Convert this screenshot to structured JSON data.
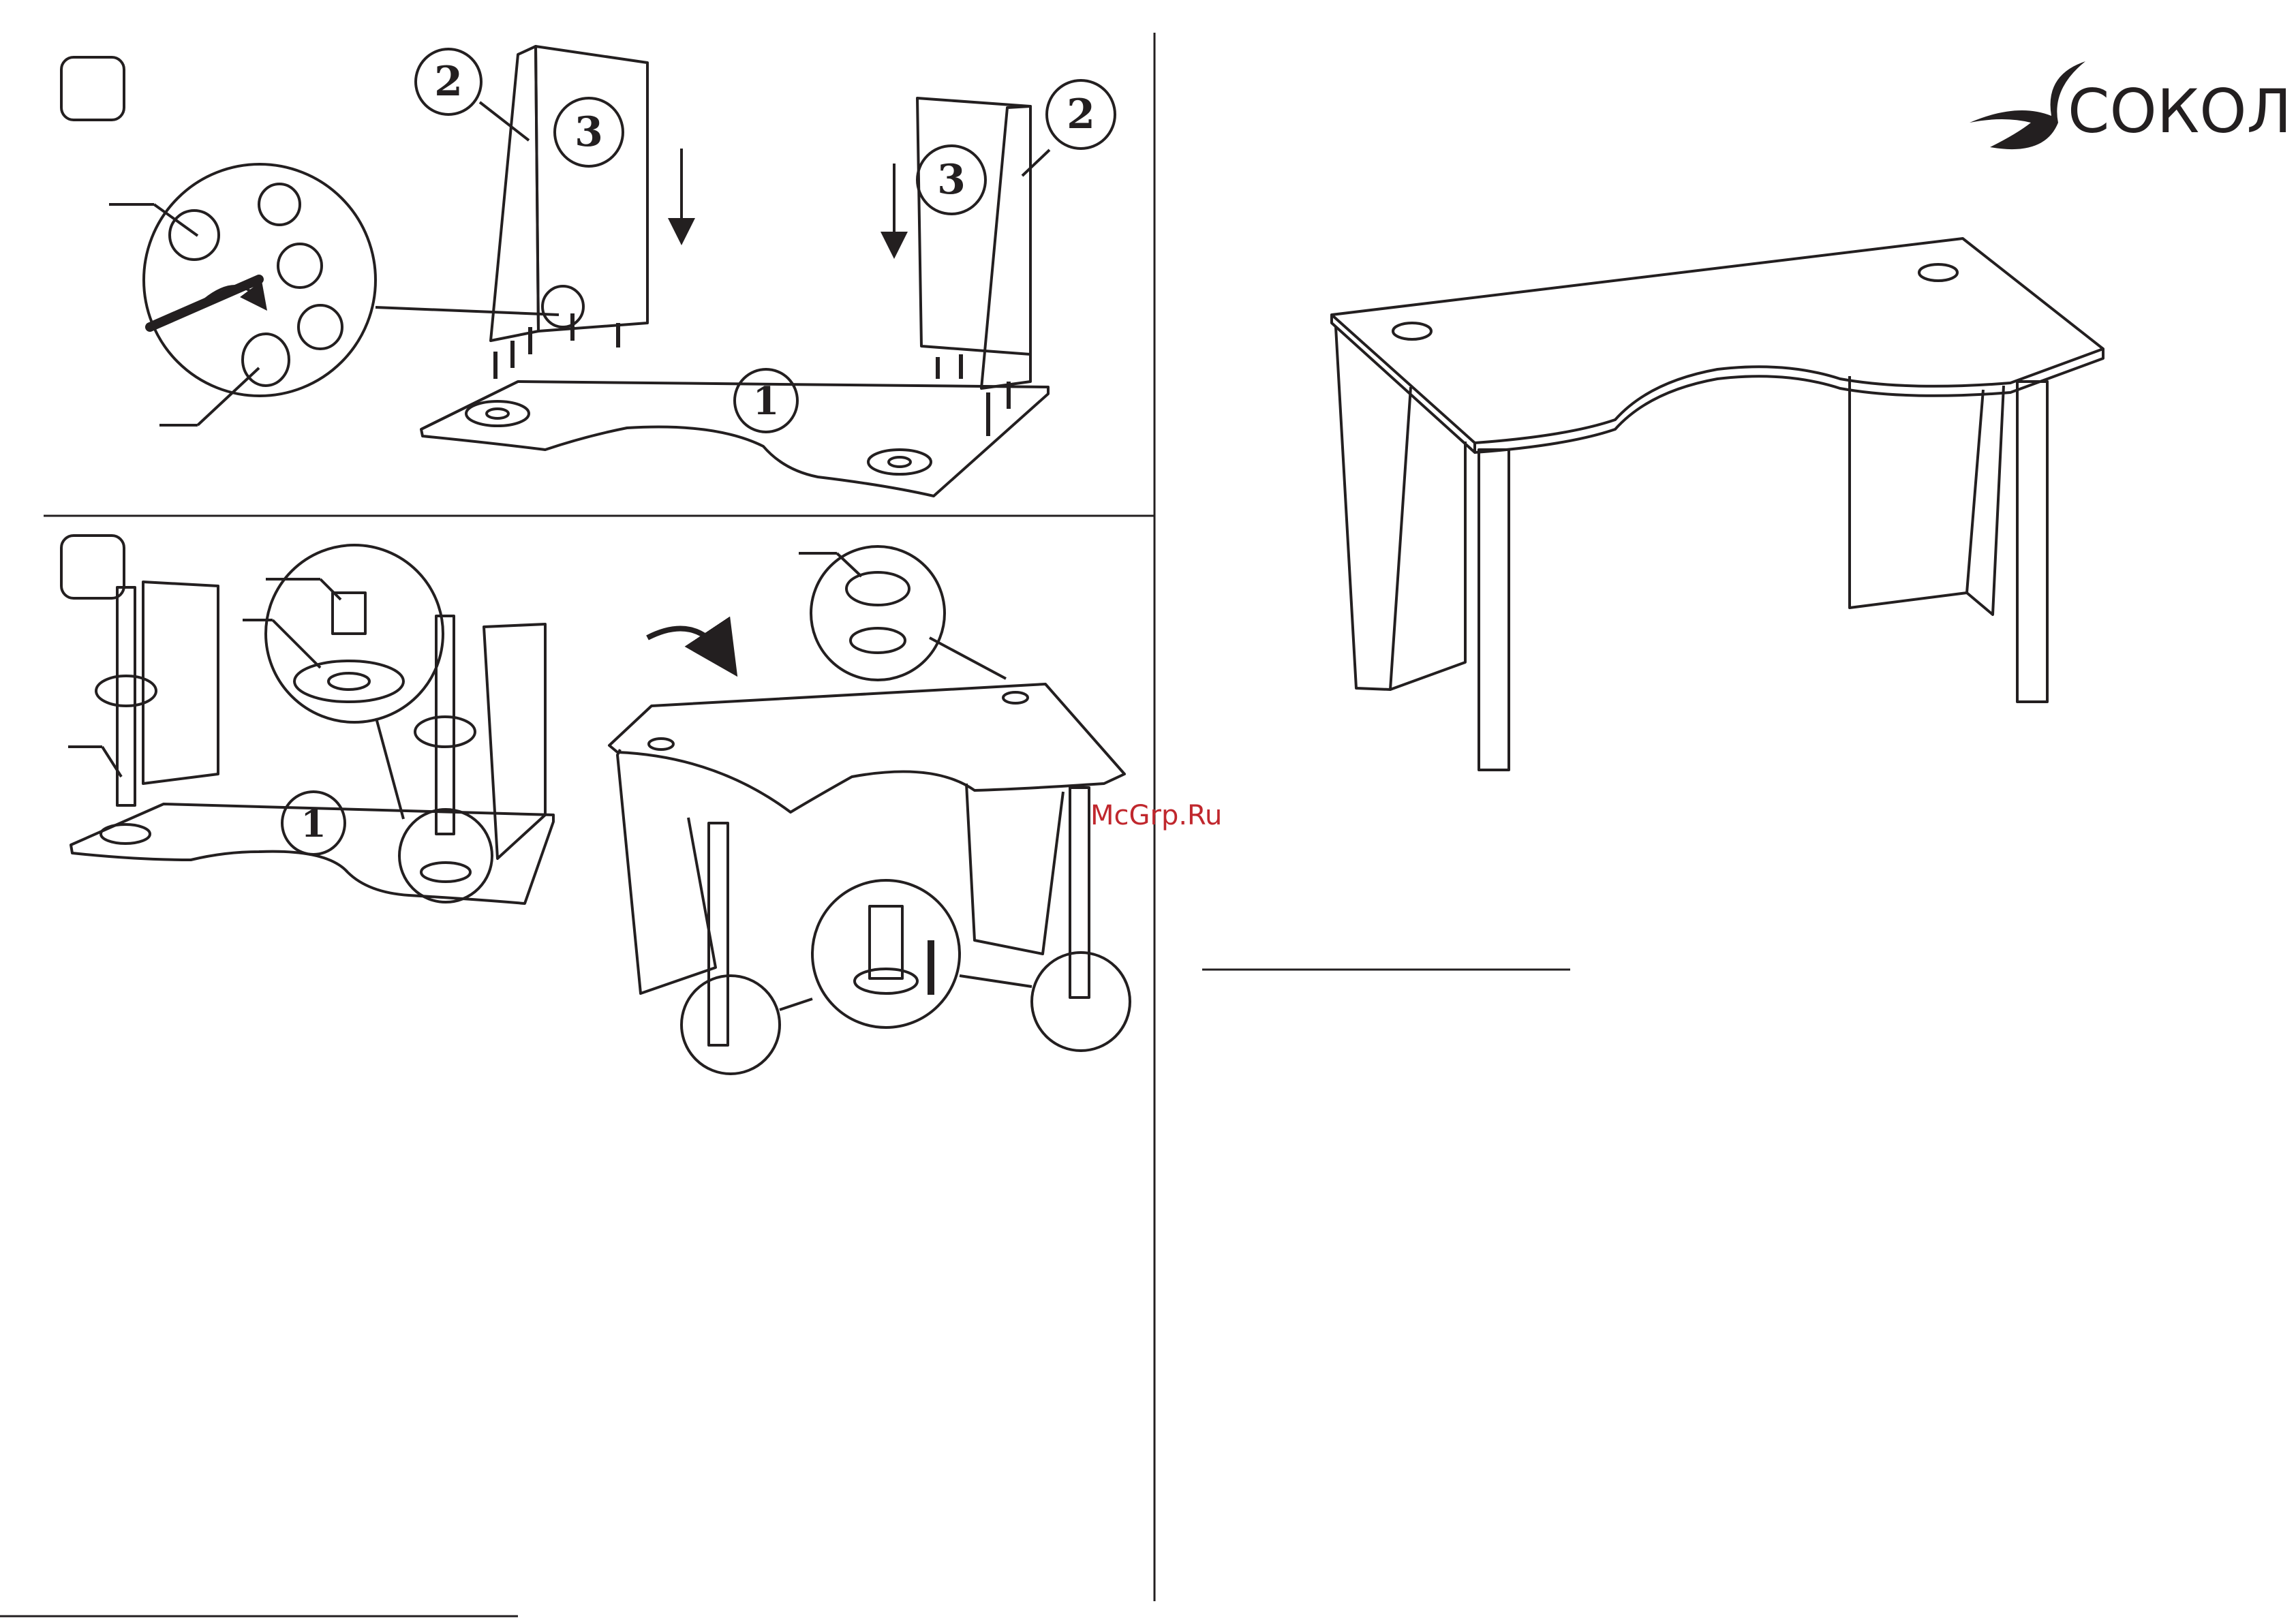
{
  "part_labels": {
    "top": "1",
    "side_panel": "2",
    "front_panel": "3"
  },
  "brand": {
    "name": "СОКОЛ"
  },
  "watermark": "McGrp.Ru",
  "colors": {
    "ink": "#231f20",
    "watermark": "#c0272d",
    "paper": "#ffffff"
  }
}
